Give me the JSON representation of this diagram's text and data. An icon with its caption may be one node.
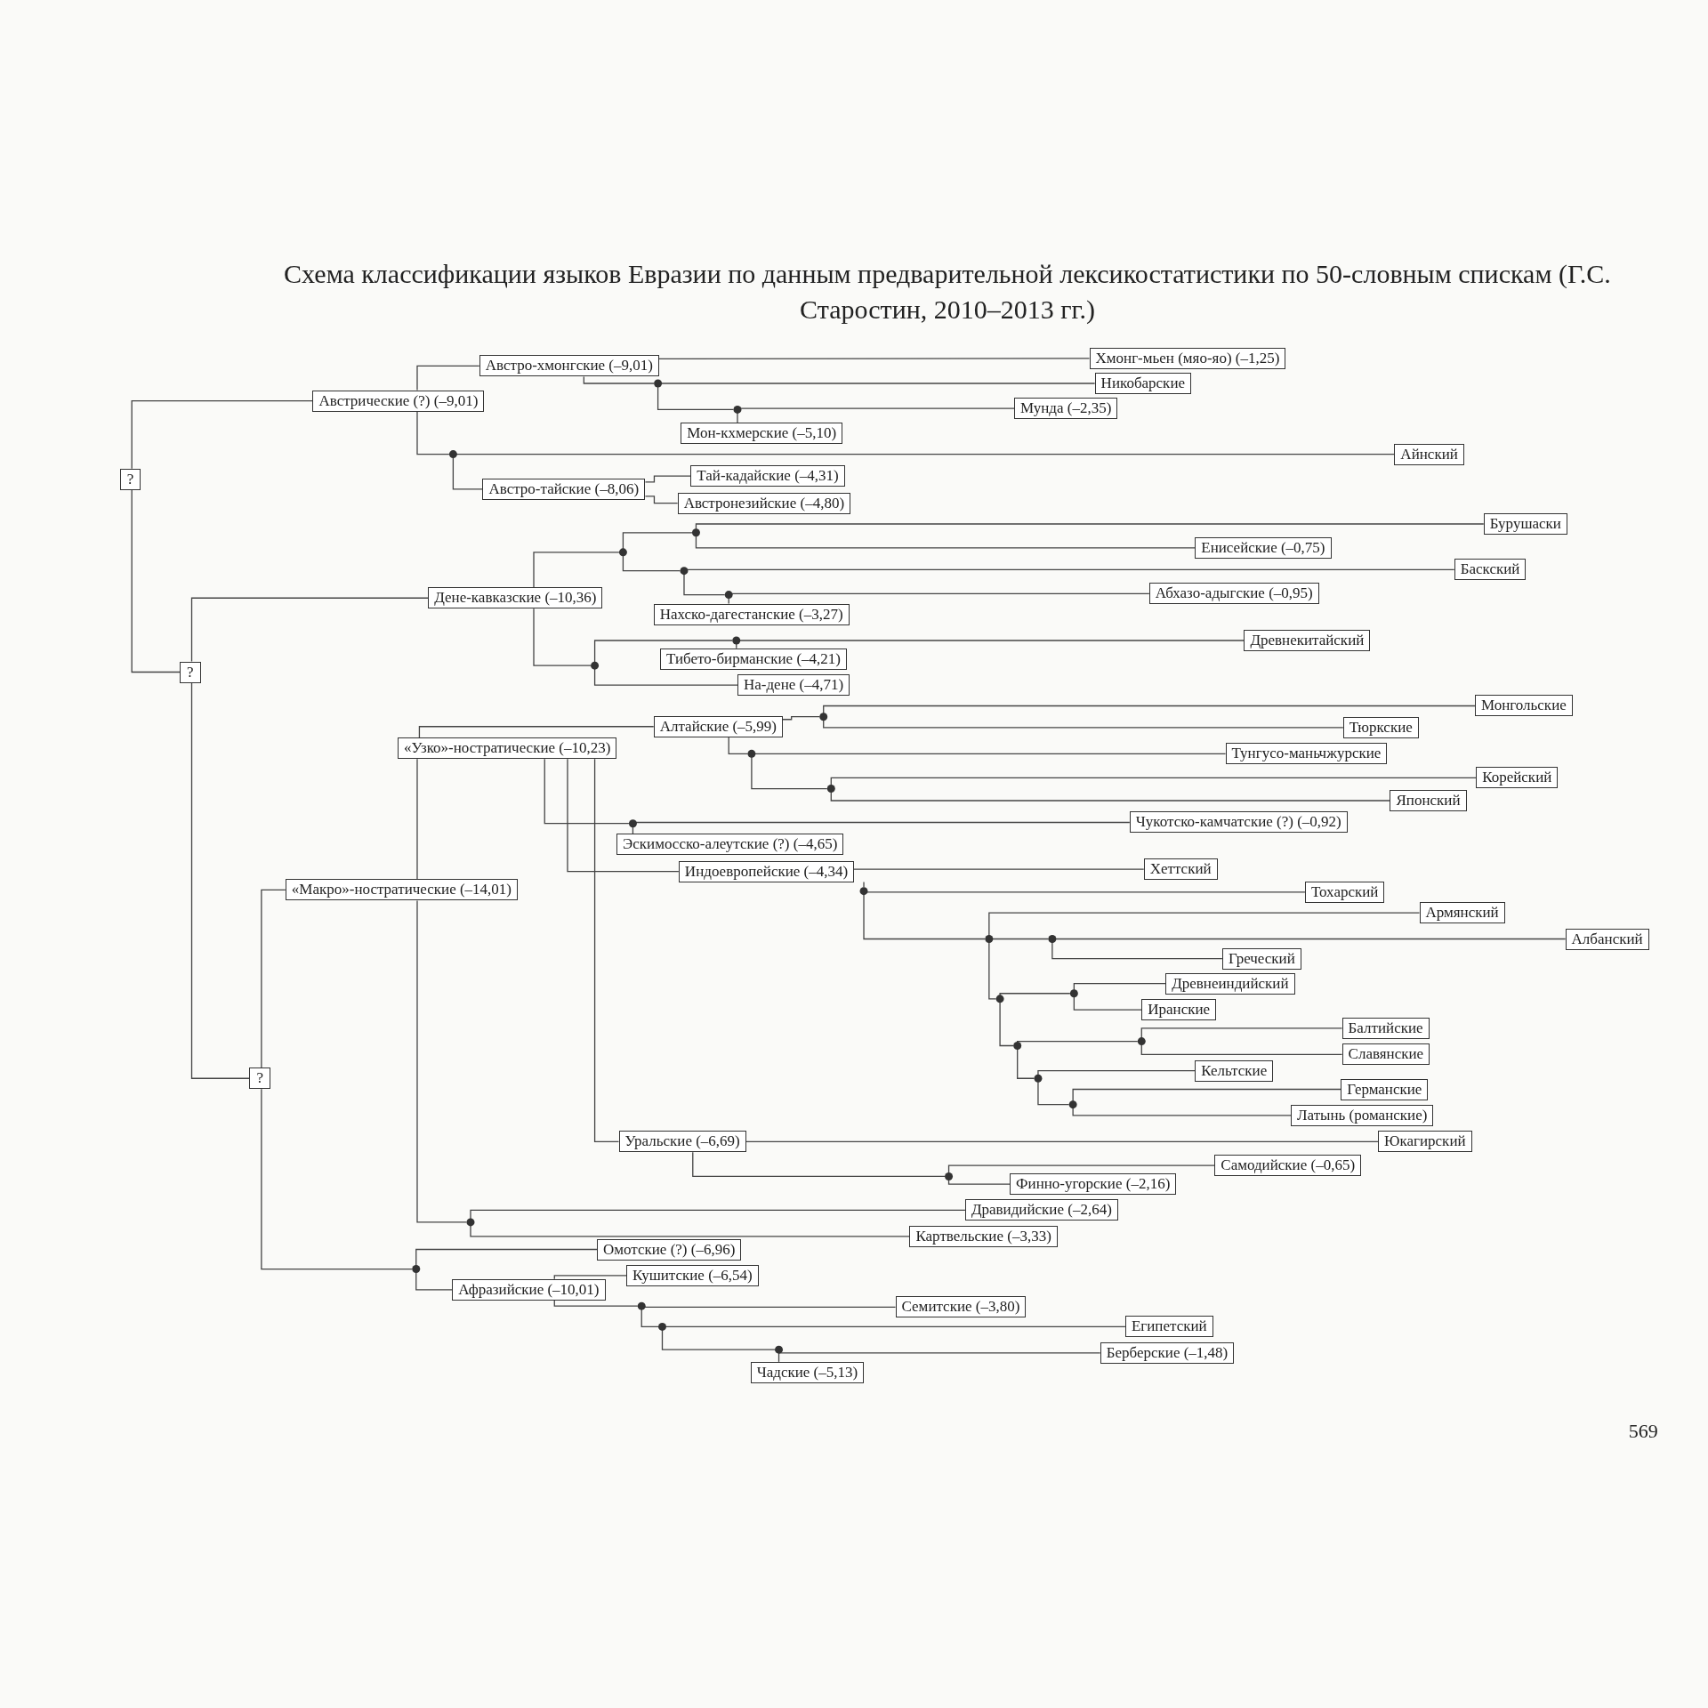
{
  "diagram": {
    "title": "Схема классификации языков Евразии по данным предварительной лексикостатистики по 50-словным спискам (Г.С. Старостин, 2010–2013 гг.)",
    "nodes": [
      {
        "text": [
          "?"
        ]
      },
      {
        "text": [
          "Австрические (?) (–9,01)"
        ]
      },
      {
        "text": [
          "Австро-хмонгские (–9,01)"
        ]
      },
      {
        "text": [
          "Хмонг-мьен (мяо-яо) (–1,25)"
        ]
      },
      {
        "text": [],
        "shape": "dot"
      },
      {
        "text": [
          "Никобарские"
        ]
      },
      {
        "text": [],
        "shape": "dot"
      },
      {
        "text": [
          "Мунда (–2,35)"
        ]
      },
      {
        "text": [
          "Мон-кхмерские (–5,10)"
        ]
      },
      {
        "text": [],
        "shape": "dot"
      },
      {
        "text": [
          "Айнский"
        ]
      },
      {
        "text": [
          "Австро-тайские (–8,06)"
        ]
      },
      {
        "text": [
          "Тай-кадайские (–4,31)"
        ]
      },
      {
        "text": [
          "Австронезийские (–4,80)"
        ]
      },
      {
        "text": [
          "?"
        ]
      },
      {
        "text": [
          "Дене-кавказские (–10,36)"
        ]
      },
      {
        "text": [],
        "shape": "dot"
      },
      {
        "text": [],
        "shape": "dot"
      },
      {
        "text": [
          "Бурушаски"
        ]
      },
      {
        "text": [
          "Енисейские (–0,75)"
        ]
      },
      {
        "text": [],
        "shape": "dot"
      },
      {
        "text": [
          "Баскский"
        ]
      },
      {
        "text": [],
        "shape": "dot"
      },
      {
        "text": [
          "Абхазо-адыгские (–0,95)"
        ]
      },
      {
        "text": [
          "Нахско-дагестанские (–3,27)"
        ]
      },
      {
        "text": [],
        "shape": "dot"
      },
      {
        "text": [],
        "shape": "dot"
      },
      {
        "text": [
          "Древнекитайский"
        ]
      },
      {
        "text": [
          "Тибето-бирманские (–4,21)"
        ]
      },
      {
        "text": [
          "На-дене (–4,71)"
        ]
      },
      {
        "text": [
          "?"
        ]
      },
      {
        "text": [
          "«Макро»-ностратические (–14,01)"
        ]
      },
      {
        "text": [
          "«Узко»-ностратические (–10,23)"
        ]
      },
      {
        "text": [
          "Алтайские (–5,99)"
        ]
      },
      {
        "text": [],
        "shape": "dot"
      },
      {
        "text": [
          "Монгольские"
        ]
      },
      {
        "text": [
          "Тюркские"
        ]
      },
      {
        "text": [],
        "shape": "dot"
      },
      {
        "text": [
          "Тунгусо-маньчжурские"
        ]
      },
      {
        "text": [],
        "shape": "dot"
      },
      {
        "text": [
          "Корейский"
        ]
      },
      {
        "text": [
          "Японский"
        ]
      },
      {
        "text": [],
        "shape": "dot"
      },
      {
        "text": [
          "Чукотско-камчатские (?) (–0,92)"
        ]
      },
      {
        "text": [
          "Эскимосско-алеутские (?) (–4,65)"
        ]
      },
      {
        "text": [
          "Индоевропейские (–4,34)"
        ]
      },
      {
        "text": [
          "Хеттский"
        ]
      },
      {
        "text": [],
        "shape": "dot"
      },
      {
        "text": [
          "Тохарский"
        ]
      },
      {
        "text": [],
        "shape": "dot"
      },
      {
        "text": [
          "Армянский"
        ]
      },
      {
        "text": [],
        "shape": "dot"
      },
      {
        "text": [
          "Албанский"
        ]
      },
      {
        "text": [
          "Греческий"
        ]
      },
      {
        "text": [],
        "shape": "dot"
      },
      {
        "text": [],
        "shape": "dot"
      },
      {
        "text": [
          "Древнеиндийский"
        ]
      },
      {
        "text": [
          "Иранские"
        ]
      },
      {
        "text": [],
        "shape": "dot"
      },
      {
        "text": [],
        "shape": "dot"
      },
      {
        "text": [
          "Балтийские"
        ]
      },
      {
        "text": [
          "Славянские"
        ]
      },
      {
        "text": [],
        "shape": "dot"
      },
      {
        "text": [
          "Кельтские"
        ]
      },
      {
        "text": [],
        "shape": "dot"
      },
      {
        "text": [
          "Германские"
        ]
      },
      {
        "text": [
          "Латынь (романские)"
        ]
      },
      {
        "text": [
          "Уральские (–6,69)"
        ]
      },
      {
        "text": [
          "Юкагирский"
        ]
      },
      {
        "text": [],
        "shape": "dot"
      },
      {
        "text": [
          "Самодийские (–0,65)"
        ]
      },
      {
        "text": [
          "Финно-угорские (–2,16)"
        ]
      },
      {
        "text": [],
        "shape": "dot"
      },
      {
        "text": [
          "Дравидийские (–2,64)"
        ]
      },
      {
        "text": [
          "Картвельские (–3,33)"
        ]
      },
      {
        "text": [],
        "shape": "dot"
      },
      {
        "text": [
          "Омотские (?) (–6,96)"
        ]
      },
      {
        "text": [
          "Афразийские (–10,01)"
        ]
      },
      {
        "text": [
          "Кушитские (–6,54)"
        ]
      },
      {
        "text": [],
        "shape": "dot"
      },
      {
        "text": [
          "Семитские (–3,80)"
        ]
      },
      {
        "text": [],
        "shape": "dot"
      },
      {
        "text": [
          "Египетский"
        ]
      },
      {
        "text": [],
        "shape": "dot"
      },
      {
        "text": [
          "Берберские (–1,48)"
        ]
      },
      {
        "text": [
          "Чадские (–5,13)"
        ]
      }
    ],
    "edges": [
      {
        "from": 0,
        "to": 1,
        "arrow": "none"
      },
      {
        "from": 0,
        "to": 14,
        "arrow": "none"
      },
      {
        "from": 1,
        "to": 2,
        "arrow": "none"
      },
      {
        "from": 1,
        "to": 9,
        "arrow": "none"
      },
      {
        "from": 2,
        "to": 3,
        "arrow": "none"
      },
      {
        "from": 2,
        "to": 4,
        "arrow": "none"
      },
      {
        "from": 4,
        "to": 5,
        "arrow": "none"
      },
      {
        "from": 4,
        "to": 6,
        "arrow": "none"
      },
      {
        "from": 6,
        "to": 7,
        "arrow": "none"
      },
      {
        "from": 6,
        "to": 8,
        "arrow": "none"
      },
      {
        "from": 9,
        "to": 10,
        "arrow": "none"
      },
      {
        "from": 9,
        "to": 11,
        "arrow": "none"
      },
      {
        "from": 11,
        "to": 12,
        "arrow": "none"
      },
      {
        "from": 11,
        "to": 13,
        "arrow": "none"
      },
      {
        "from": 14,
        "to": 15,
        "arrow": "none"
      },
      {
        "from": 14,
        "to": 30,
        "arrow": "none"
      },
      {
        "from": 15,
        "to": 16,
        "arrow": "none"
      },
      {
        "from": 16,
        "to": 17,
        "arrow": "none"
      },
      {
        "from": 17,
        "to": 18,
        "arrow": "none"
      },
      {
        "from": 17,
        "to": 19,
        "arrow": "none"
      },
      {
        "from": 16,
        "to": 20,
        "arrow": "none"
      },
      {
        "from": 20,
        "to": 21,
        "arrow": "none"
      },
      {
        "from": 20,
        "to": 22,
        "arrow": "none"
      },
      {
        "from": 22,
        "to": 23,
        "arrow": "none"
      },
      {
        "from": 22,
        "to": 24,
        "arrow": "none"
      },
      {
        "from": 15,
        "to": 25,
        "arrow": "none"
      },
      {
        "from": 25,
        "to": 26,
        "arrow": "none"
      },
      {
        "from": 26,
        "to": 27,
        "arrow": "none"
      },
      {
        "from": 26,
        "to": 28,
        "arrow": "none"
      },
      {
        "from": 25,
        "to": 29,
        "arrow": "none"
      },
      {
        "from": 30,
        "to": 31,
        "arrow": "none"
      },
      {
        "from": 31,
        "to": 32,
        "arrow": "none"
      },
      {
        "from": 32,
        "to": 33,
        "arrow": "none"
      },
      {
        "from": 33,
        "to": 34,
        "arrow": "none"
      },
      {
        "from": 34,
        "to": 35,
        "arrow": "none"
      },
      {
        "from": 34,
        "to": 36,
        "arrow": "none"
      },
      {
        "from": 33,
        "to": 37,
        "arrow": "none"
      },
      {
        "from": 37,
        "to": 38,
        "arrow": "none"
      },
      {
        "from": 37,
        "to": 39,
        "arrow": "none"
      },
      {
        "from": 39,
        "to": 40,
        "arrow": "none"
      },
      {
        "from": 39,
        "to": 41,
        "arrow": "none"
      },
      {
        "from": 32,
        "to": 42,
        "arrow": "none"
      },
      {
        "from": 42,
        "to": 43,
        "arrow": "none"
      },
      {
        "from": 42,
        "to": 44,
        "arrow": "none"
      },
      {
        "from": 32,
        "to": 45,
        "arrow": "none"
      },
      {
        "from": 45,
        "to": 46,
        "arrow": "none"
      },
      {
        "from": 45,
        "to": 47,
        "arrow": "none"
      },
      {
        "from": 47,
        "to": 48,
        "arrow": "none"
      },
      {
        "from": 47,
        "to": 49,
        "arrow": "none"
      },
      {
        "from": 49,
        "to": 50,
        "arrow": "none"
      },
      {
        "from": 49,
        "to": 51,
        "arrow": "none"
      },
      {
        "from": 51,
        "to": 52,
        "arrow": "none"
      },
      {
        "from": 51,
        "to": 53,
        "arrow": "none"
      },
      {
        "from": 49,
        "to": 54,
        "arrow": "none"
      },
      {
        "from": 54,
        "to": 55,
        "arrow": "none"
      },
      {
        "from": 55,
        "to": 56,
        "arrow": "none"
      },
      {
        "from": 55,
        "to": 57,
        "arrow": "none"
      },
      {
        "from": 54,
        "to": 58,
        "arrow": "none"
      },
      {
        "from": 58,
        "to": 59,
        "arrow": "none"
      },
      {
        "from": 59,
        "to": 60,
        "arrow": "none"
      },
      {
        "from": 59,
        "to": 61,
        "arrow": "none"
      },
      {
        "from": 58,
        "to": 62,
        "arrow": "none"
      },
      {
        "from": 62,
        "to": 63,
        "arrow": "none"
      },
      {
        "from": 62,
        "to": 64,
        "arrow": "none"
      },
      {
        "from": 64,
        "to": 65,
        "arrow": "none"
      },
      {
        "from": 64,
        "to": 66,
        "arrow": "none"
      },
      {
        "from": 32,
        "to": 67,
        "arrow": "none"
      },
      {
        "from": 67,
        "to": 68,
        "arrow": "none"
      },
      {
        "from": 67,
        "to": 69,
        "arrow": "none"
      },
      {
        "from": 69,
        "to": 70,
        "arrow": "none"
      },
      {
        "from": 69,
        "to": 71,
        "arrow": "none"
      },
      {
        "from": 31,
        "to": 72,
        "arrow": "none"
      },
      {
        "from": 72,
        "to": 73,
        "arrow": "none"
      },
      {
        "from": 72,
        "to": 74,
        "arrow": "none"
      },
      {
        "from": 30,
        "to": 75,
        "arrow": "none"
      },
      {
        "from": 75,
        "to": 76,
        "arrow": "none"
      },
      {
        "from": 75,
        "to": 77,
        "arrow": "none"
      },
      {
        "from": 77,
        "to": 78,
        "arrow": "none"
      },
      {
        "from": 77,
        "to": 79,
        "arrow": "none"
      },
      {
        "from": 79,
        "to": 80,
        "arrow": "none"
      },
      {
        "from": 79,
        "to": 81,
        "arrow": "none"
      },
      {
        "from": 81,
        "to": 82,
        "arrow": "none"
      },
      {
        "from": 81,
        "to": 83,
        "arrow": "none"
      },
      {
        "from": 83,
        "to": 84,
        "arrow": "none"
      },
      {
        "from": 83,
        "to": 85,
        "arrow": "none"
      }
    ],
    "labels": [
      "569"
    ]
  }
}
